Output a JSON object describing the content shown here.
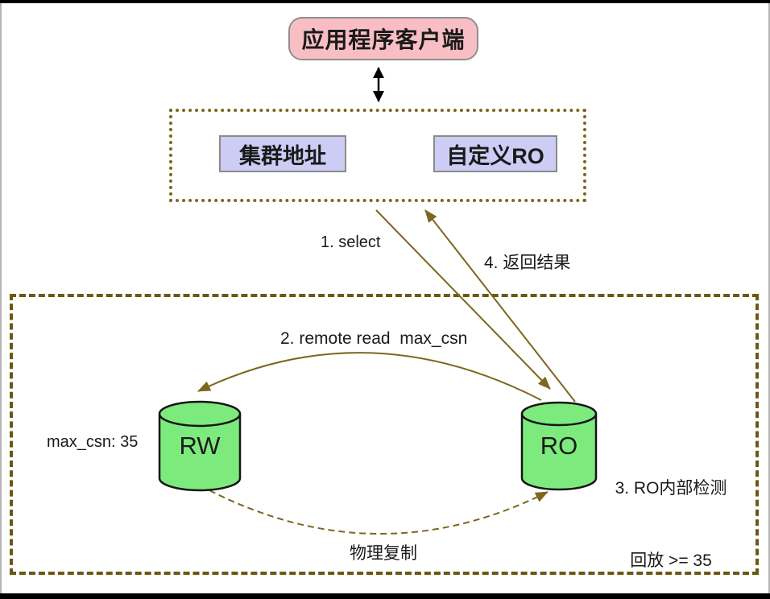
{
  "frame": {
    "background": "#ffffff",
    "top_bar_color": "#000000",
    "bottom_bar_color": "#000000",
    "side_border_color": "#b5b5b5"
  },
  "client_box": {
    "label": "应用程序客户端",
    "fill": "#f9bec4",
    "border_color": "#8f8f8f"
  },
  "proxy_group": {
    "border_color": "#7c671d",
    "cluster_address": {
      "label": "集群地址",
      "fill": "#ccccf4",
      "border_color": "#8a8a8a"
    },
    "custom_ro": {
      "label": "自定义RO",
      "fill": "#ccccf4",
      "border_color": "#8a8a8a"
    }
  },
  "cluster_group": {
    "border_color": "#6b5813"
  },
  "nodes": {
    "rw": {
      "label": "RW",
      "fill": "#7dea7d",
      "border_color": "#151515",
      "annotation": "max_csn: 35"
    },
    "ro": {
      "label": "RO",
      "fill": "#7dea7d",
      "border_color": "#151515",
      "annotation_line1": "3. RO内部检测",
      "annotation_line2": "回放 >= 35"
    }
  },
  "flows": {
    "client_link": {
      "color": "#000000"
    },
    "select": {
      "label": "1. select",
      "color": "#7c671d"
    },
    "return_result": {
      "label": "4. 返回结果",
      "color": "#7c671d"
    },
    "remote_read": {
      "label": "2. remote read  max_csn",
      "color": "#7c671d"
    },
    "physical_replication": {
      "label": "物理复制",
      "color": "#7c671d",
      "style": "dashed"
    }
  }
}
